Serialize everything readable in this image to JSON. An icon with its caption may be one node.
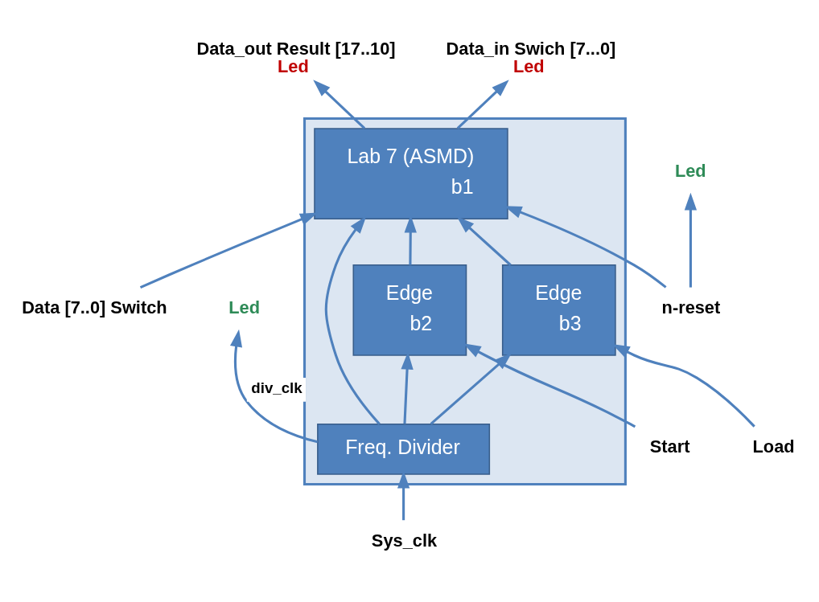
{
  "diagram": {
    "nodes": [
      {
        "text": [],
        "shape": "box"
      },
      {
        "text": [
          "Freq. Divider"
        ],
        "in": 0
      },
      {
        "text": [
          "Lab 7 (ASMD)",
          "b1"
        ],
        "in": 0
      },
      {
        "text": [
          "Edge",
          "b2"
        ],
        "in": 0
      },
      {
        "text": [
          "Edge",
          "b3"
        ],
        "in": 0
      },
      {
        "text": [
          "Sys_clk"
        ]
      },
      {
        "text": [
          "Data_out Result [17..10]",
          "Led"
        ]
      },
      {
        "text": [
          "Data_in Swich [7...0]",
          "Led"
        ]
      },
      {
        "text": [
          "Led"
        ]
      },
      {
        "text": [
          "Led"
        ]
      },
      {
        "text": [
          "Data [7..0] Switch"
        ]
      },
      {
        "text": [
          "Start"
        ]
      },
      {
        "text": [
          "Load"
        ]
      },
      {
        "text": [
          "n-reset"
        ]
      }
    ],
    "edges": [
      {
        "from": 5,
        "to": 1,
        "arrow": "to"
      },
      {
        "from": 1,
        "to": 8,
        "arrow": "to",
        "label": "div_clk"
      },
      {
        "from": 1,
        "to": 2,
        "arrow": "to"
      },
      {
        "from": 1,
        "to": 3,
        "arrow": "to"
      },
      {
        "from": 1,
        "to": 4,
        "arrow": "to"
      },
      {
        "from": 2,
        "to": 6,
        "arrow": "to"
      },
      {
        "from": 2,
        "to": 7,
        "arrow": "to"
      },
      {
        "from": 10,
        "to": 2,
        "arrow": "to"
      },
      {
        "from": 11,
        "to": 3,
        "arrow": "to"
      },
      {
        "from": 3,
        "to": 2,
        "arrow": "to"
      },
      {
        "from": 12,
        "to": 4,
        "arrow": "to"
      },
      {
        "from": 4,
        "to": 2,
        "arrow": "to"
      },
      {
        "from": 13,
        "to": 9,
        "arrow": "to"
      },
      {
        "from": 13,
        "to": 2,
        "arrow": "to"
      }
    ]
  }
}
